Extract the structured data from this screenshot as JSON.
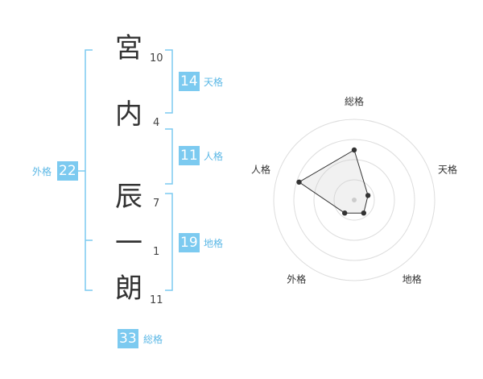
{
  "name": {
    "characters": [
      {
        "char": "宮",
        "strokes": "10"
      },
      {
        "char": "内",
        "strokes": "4"
      },
      {
        "char": "辰",
        "strokes": "7"
      },
      {
        "char": "一",
        "strokes": "1"
      },
      {
        "char": "朗",
        "strokes": "11"
      }
    ]
  },
  "fortunes": {
    "tenkaku": {
      "value": "14",
      "label": "天格"
    },
    "jinkaku": {
      "value": "11",
      "label": "人格"
    },
    "chikaku": {
      "value": "19",
      "label": "地格"
    },
    "gaikaku": {
      "value": "22",
      "label": "外格"
    },
    "soukaku": {
      "value": "33",
      "label": "総格"
    }
  },
  "colors": {
    "accent": "#7ccaf0",
    "label": "#5cb8e6"
  },
  "chart_data": {
    "type": "radar",
    "axes": [
      "総格",
      "天格",
      "地格",
      "外格",
      "人格"
    ],
    "values": [
      0.62,
      0.18,
      0.2,
      0.2,
      0.72
    ],
    "range": [
      0,
      1
    ],
    "rings": 4
  }
}
